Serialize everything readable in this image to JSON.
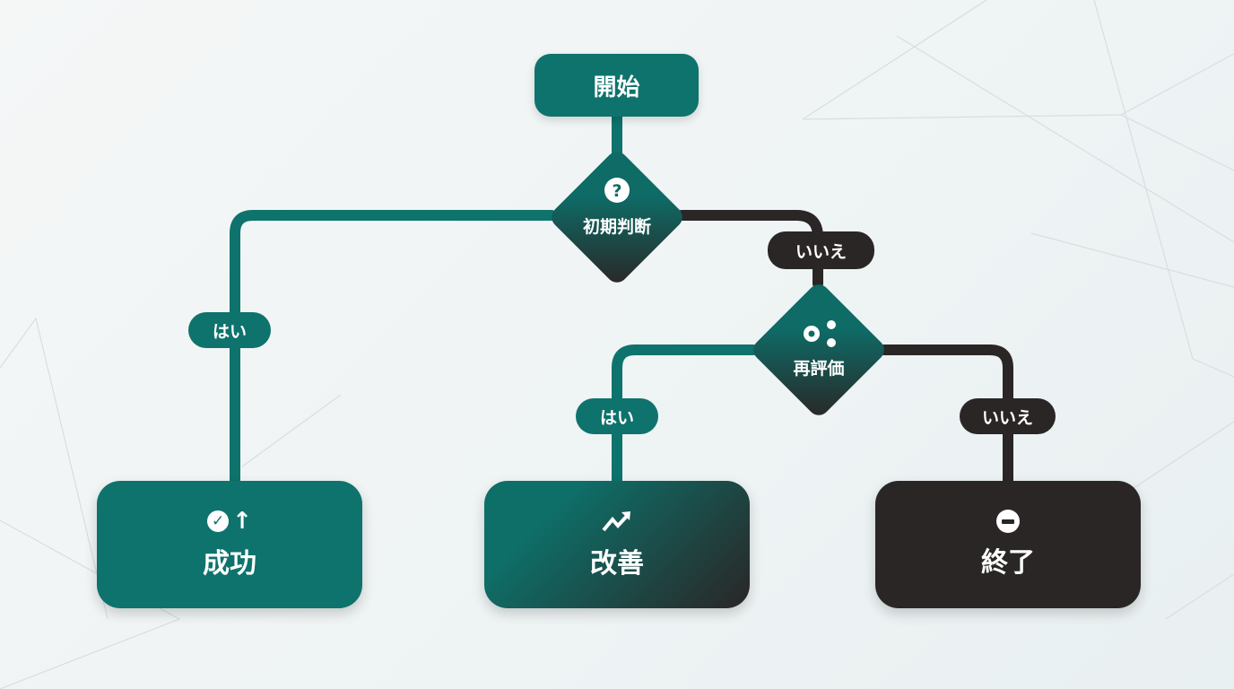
{
  "colors": {
    "primary": "#0e736c",
    "dark": "#2a2626",
    "background": "#eef3f4"
  },
  "nodes": {
    "start": {
      "label": "開始"
    },
    "decision1": {
      "label": "初期判断",
      "icon": "question-circle-icon"
    },
    "decision2": {
      "label": "再評価",
      "icon": "gears-icon"
    },
    "success": {
      "label": "成功",
      "icon": "check-circle-arrow-up-icon"
    },
    "improve": {
      "label": "改善",
      "icon": "trend-up-icon"
    },
    "end": {
      "label": "終了",
      "icon": "stop-circle-icon"
    }
  },
  "edges": {
    "d1_yes": "はい",
    "d1_no": "いいえ",
    "d2_yes": "はい",
    "d2_no": "いいえ"
  }
}
